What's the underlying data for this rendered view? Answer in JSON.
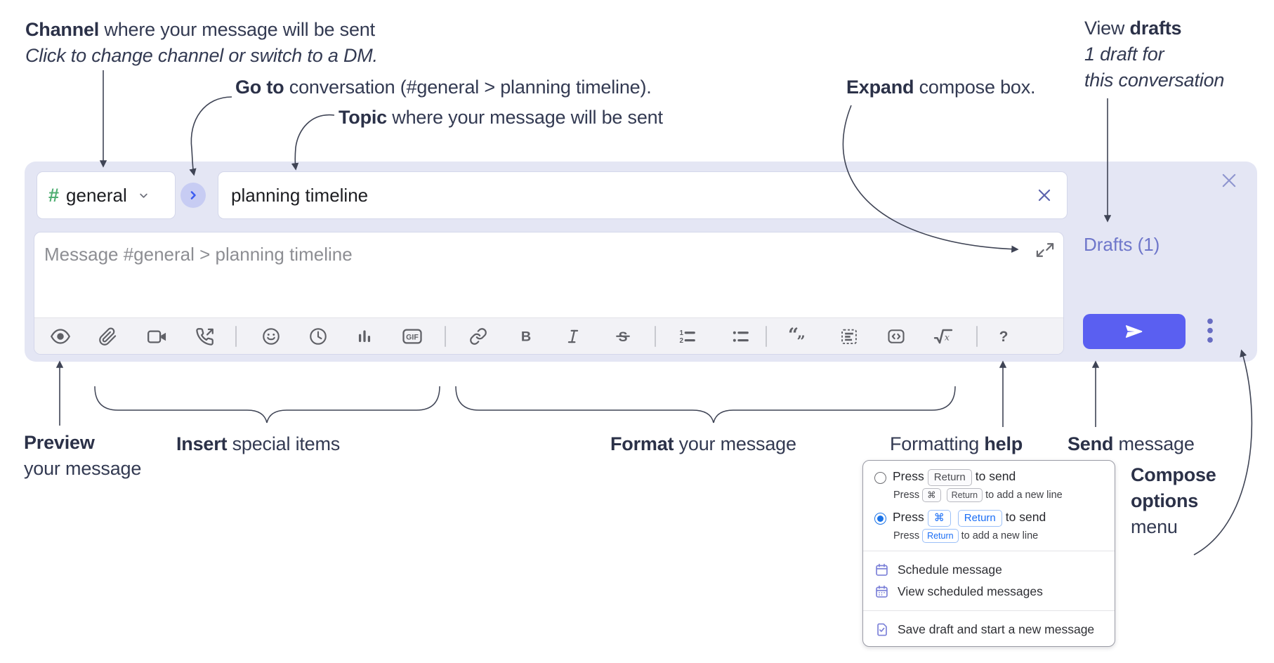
{
  "annotations": {
    "channel": {
      "bold": "Channel",
      "rest": " where your message will be sent",
      "sub": "Click to change channel or switch to a DM."
    },
    "go_to": {
      "bold": "Go to",
      "rest": " conversation (#general > planning timeline)."
    },
    "topic": {
      "bold": "Topic",
      "rest": " where your message will be sent"
    },
    "expand": {
      "bold": "Expand",
      "rest": " compose box."
    },
    "view_drafts": {
      "pre": "View ",
      "bold": "drafts",
      "sub1": "1 draft for",
      "sub2": "this conversation"
    },
    "preview": {
      "bold": "Preview",
      "sub": "your message"
    },
    "insert": {
      "bold": "Insert",
      "rest": " special items"
    },
    "formatting_help": {
      "pre": "Formatting ",
      "bold": "help"
    },
    "format": {
      "bold": "Format",
      "rest": " your message"
    },
    "send": {
      "bold": "Send",
      "rest": " message"
    },
    "compose_options": {
      "line1": "Compose",
      "line2": "options",
      "line3": "menu"
    }
  },
  "composer": {
    "channel": {
      "hash": "#",
      "name": "general"
    },
    "topic_value": "planning timeline",
    "message_placeholder": "Message #general > planning timeline",
    "drafts_link": "Drafts (1)",
    "gif_label": "GIF"
  },
  "toolbar": {
    "icons": [
      "preview-eye",
      "attachment",
      "video-clip",
      "audio-call",
      "emoji",
      "clock",
      "poll",
      "gif",
      "link",
      "bold",
      "italic",
      "strikethrough",
      "ordered-list",
      "bulleted-list",
      "blockquote",
      "code-block",
      "inline-code",
      "formula",
      "help"
    ]
  },
  "options_menu": {
    "option_return": {
      "prefix": "Press",
      "key": "Return",
      "suffix": "to send",
      "sub_prefix": "Press",
      "sub_key1": "⌘",
      "sub_key2": "Return",
      "sub_suffix": "to add a new line"
    },
    "option_cmd_return": {
      "prefix": "Press",
      "key1": "⌘",
      "key2": "Return",
      "suffix": "to send",
      "sub_prefix": "Press",
      "sub_key": "Return",
      "sub_suffix": "to add a new line"
    },
    "items": [
      {
        "icon": "calendar-icon",
        "label": "Schedule message"
      },
      {
        "icon": "calendar-list-icon",
        "label": "View scheduled messages"
      },
      {
        "icon": "save-draft-icon",
        "label": "Save draft and start a new message"
      }
    ]
  },
  "colors": {
    "panel_bg": "#e4e6f4",
    "send_accent": "#5a5ff1",
    "drafts_link": "#6e76ca",
    "hash_green": "#4fae72",
    "radio_blue": "#1a73e8",
    "menu_icon_purple": "#7b80d8",
    "annotation_text": "#333a52",
    "icon_gray": "#5f6066"
  }
}
